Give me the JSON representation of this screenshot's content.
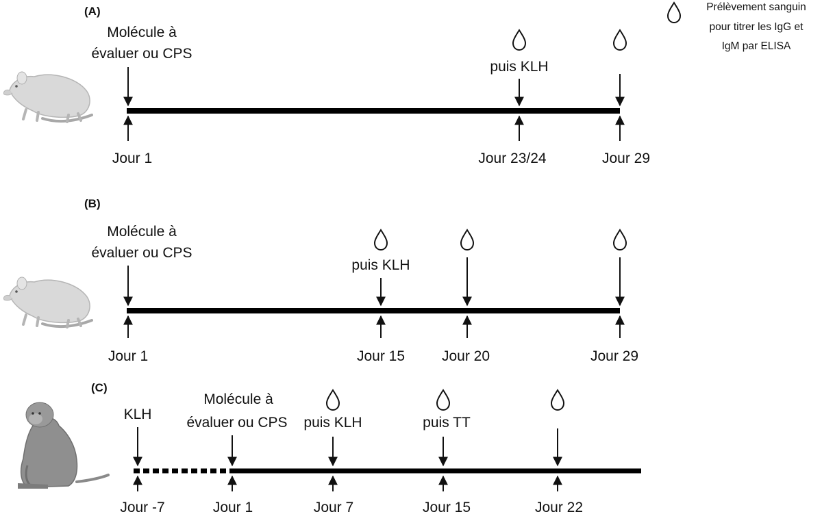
{
  "legend": {
    "icon": "blood-drop-icon",
    "lines": [
      "Prélèvement sanguin",
      "pour titrer les IgG et",
      "IgM par ELISA"
    ]
  },
  "panels": [
    {
      "letter": "(A)",
      "animal_icon": "rat-icon",
      "administration": [
        "Molécule à",
        "évaluer ou CPS"
      ],
      "events": [
        {
          "day": "Jour 1",
          "top_label": "",
          "blood_sample": false
        },
        {
          "day": "Jour 23/24",
          "top_label": "puis KLH",
          "blood_sample": true
        },
        {
          "day": "Jour 29",
          "top_label": "",
          "blood_sample": true
        }
      ]
    },
    {
      "letter": "(B)",
      "animal_icon": "rat-icon",
      "administration": [
        "Molécule à",
        "évaluer ou CPS"
      ],
      "events": [
        {
          "day": "Jour 1",
          "top_label": "",
          "blood_sample": false
        },
        {
          "day": "Jour 15",
          "top_label": "puis KLH",
          "blood_sample": true
        },
        {
          "day": "Jour 20",
          "top_label": "",
          "blood_sample": true
        },
        {
          "day": "Jour 29",
          "top_label": "",
          "blood_sample": true
        }
      ]
    },
    {
      "letter": "(C)",
      "animal_icon": "monkey-icon",
      "administration": [
        "Molécule à",
        "évaluer ou CPS"
      ],
      "events": [
        {
          "day": "Jour -7",
          "top_label": "KLH",
          "blood_sample": false
        },
        {
          "day": "Jour 1",
          "top_label": "",
          "blood_sample": false
        },
        {
          "day": "Jour 7",
          "top_label": "puis KLH",
          "blood_sample": true
        },
        {
          "day": "Jour 15",
          "top_label": "puis TT",
          "blood_sample": true
        },
        {
          "day": "Jour 22",
          "top_label": "",
          "blood_sample": true
        }
      ]
    }
  ]
}
